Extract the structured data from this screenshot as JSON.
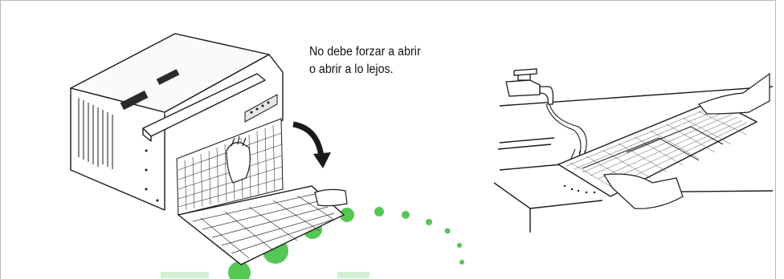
{
  "instruction": {
    "line1": "No debe forzar a abrir",
    "line2": "o abrir a lo lejos."
  },
  "illustrations": [
    {
      "id": "left",
      "icon": "air-conditioner-icon"
    },
    {
      "id": "right",
      "icon": "filter-washing-icon"
    }
  ],
  "watermark": {
    "color": "#3fbf3f"
  }
}
